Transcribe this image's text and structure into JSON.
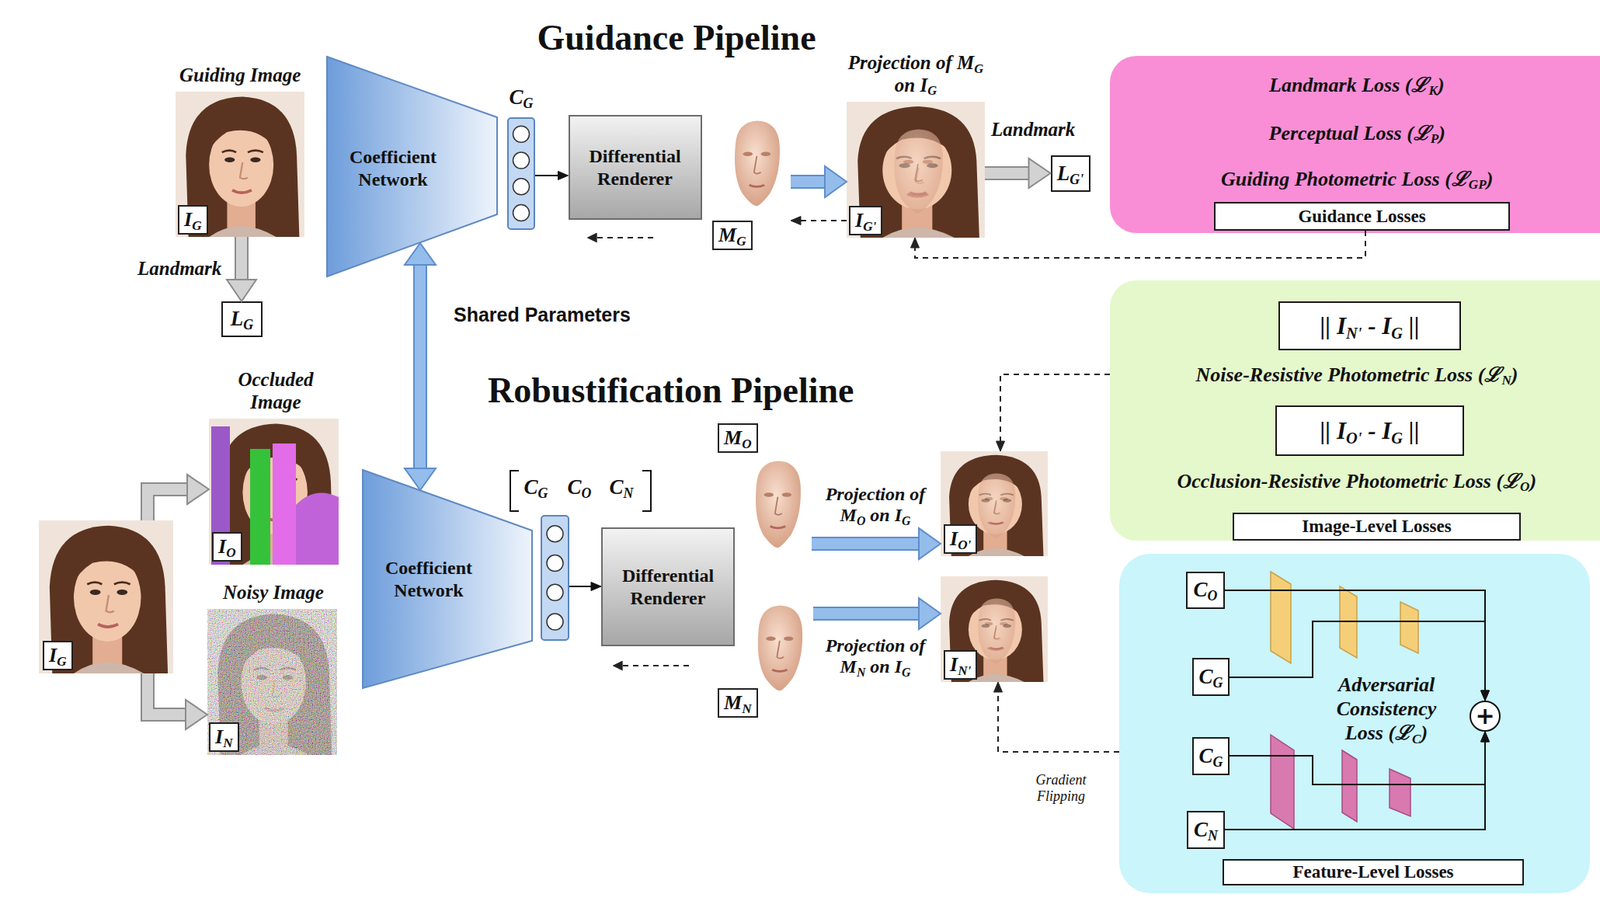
{
  "diagram": {
    "nodes": [
      {
        "text": [
          "Guiding Image",
          "IG"
        ]
      },
      {
        "text": [
          "Coefficient Network"
        ]
      },
      {
        "text": [
          "CG"
        ]
      },
      {
        "text": [
          "Differential Renderer"
        ]
      },
      {
        "text": [
          "MG"
        ]
      },
      {
        "text": [
          "Projection of MG on IG",
          "IG'"
        ]
      },
      {
        "text": [
          "LG'"
        ]
      },
      {
        "text": [
          "Landmark Loss (ℒK)",
          "Perceptual Loss (ℒP)",
          "Guiding Photometric Loss (ℒGP)"
        ]
      },
      {
        "text": [
          "Guidance Losses"
        ],
        "in": 7
      },
      {
        "text": [
          "LG"
        ]
      },
      {
        "text": [
          "Occluded Image",
          "IO"
        ]
      },
      {
        "text": [
          "IG"
        ]
      },
      {
        "text": [
          "Noisy Image",
          "IN"
        ]
      },
      {
        "text": [
          "Coefficient Network"
        ]
      },
      {
        "text": [
          "CG",
          "CO",
          "CN"
        ]
      },
      {
        "text": [
          "Differential Renderer"
        ]
      },
      {
        "text": [
          "MO"
        ]
      },
      {
        "text": [
          "MN"
        ]
      },
      {
        "text": [
          "IO'"
        ]
      },
      {
        "text": [
          "IN'"
        ]
      },
      {
        "text": [
          "Noise-Resistive Photometric Loss (ℒN)",
          "Occlusion-Resistive Photometric Loss (ℒO)"
        ]
      },
      {
        "text": [
          "|| IN' - IG ||"
        ],
        "in": 20
      },
      {
        "text": [
          "|| IO' - IG ||"
        ],
        "in": 20
      },
      {
        "text": [
          "Image-Level Losses"
        ],
        "in": 20
      },
      {
        "text": [
          "Adversarial Consistency Loss (ℒC)"
        ]
      },
      {
        "text": [
          "CO"
        ],
        "in": 24
      },
      {
        "text": [
          "CG"
        ],
        "in": 24
      },
      {
        "text": [
          "CG"
        ],
        "in": 24
      },
      {
        "text": [
          "CN"
        ],
        "in": 24
      },
      {
        "text": [
          "+"
        ],
        "in": 24
      },
      {
        "text": [
          "Feature-Level Losses"
        ],
        "in": 24
      }
    ],
    "edges": [
      {
        "from": 0,
        "to": 9,
        "arrow": "to",
        "label": "Landmark"
      },
      {
        "from": 2,
        "to": 3,
        "arrow": "to"
      },
      {
        "from": 4,
        "to": 5,
        "arrow": "to"
      },
      {
        "from": 5,
        "to": 4,
        "arrow": "to"
      },
      {
        "from": 5,
        "to": 6,
        "arrow": "to",
        "label": "Landmark"
      },
      {
        "from": 8,
        "to": 5,
        "arrow": "to"
      },
      {
        "from": 1,
        "to": 13,
        "arrow": "both",
        "label": "Shared Parameters"
      },
      {
        "from": 11,
        "to": 10,
        "arrow": "to"
      },
      {
        "from": 11,
        "to": 12,
        "arrow": "to"
      },
      {
        "from": 14,
        "to": 15,
        "arrow": "to"
      },
      {
        "from": 16,
        "to": 18,
        "arrow": "to",
        "label": "Projection of MO on IG"
      },
      {
        "from": 17,
        "to": 19,
        "arrow": "to",
        "label": "Projection of MN on IG"
      },
      {
        "from": 20,
        "to": 18,
        "arrow": "to"
      },
      {
        "from": 24,
        "to": 19,
        "arrow": "to"
      },
      {
        "from": 25,
        "to": 29,
        "arrow": "to"
      },
      {
        "from": 26,
        "to": 29,
        "arrow": "to"
      },
      {
        "from": 27,
        "to": 29,
        "arrow": "to"
      },
      {
        "from": 28,
        "to": 29,
        "arrow": "to"
      }
    ],
    "labels": [
      "Guidance Pipeline",
      "Robustification Pipeline",
      "Gradient Flipping"
    ]
  }
}
